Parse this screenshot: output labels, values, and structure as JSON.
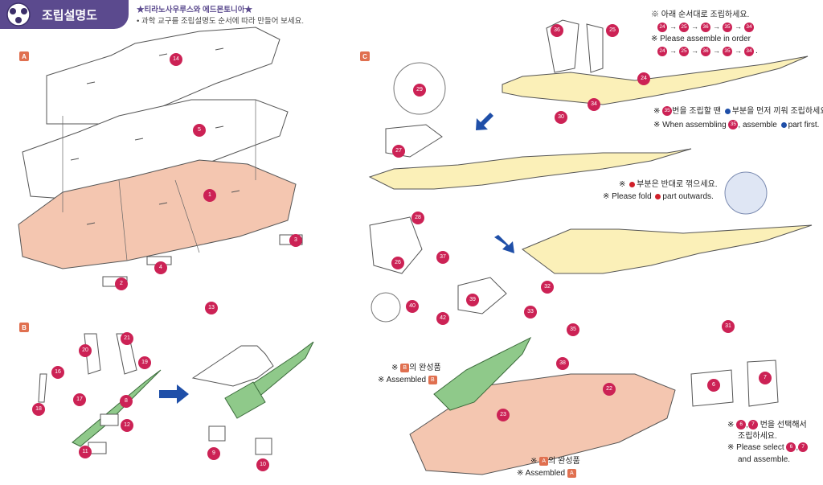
{
  "header": {
    "title": "조립설명도",
    "subtitle": "★티라노사우루스와 에드몬토니아★",
    "instruction": "• 과학 교구를 조립설명도 순서에 따라 만들어 보세요."
  },
  "sections": {
    "a": "A",
    "b": "B",
    "c": "C"
  },
  "notes": {
    "order_ko": "※ 아래 순서대로 조립하세요.",
    "order_en": "※ Please assemble in order",
    "sequence": [
      "24",
      "25",
      "36",
      "35",
      "34"
    ],
    "sequence_end": ".",
    "arrow": "→",
    "note35_ko_pre": "※",
    "note35_ko_num": "35",
    "note35_ko_post": "번을 조립할 땐",
    "note35_ko_tail": "부분을 먼저 끼워 조립하세요.",
    "note35_en_pre": "※ When assembling",
    "note35_en_num": "35",
    "note35_en_mid": ", assemble",
    "note35_en_tail": "part first.",
    "fold_ko_pre": "※",
    "fold_ko_tail": "부분은 반대로 꺾으세요.",
    "fold_en_pre": "※ Please fold",
    "fold_en_tail": "part outwards.",
    "b_done_ko_pre": "※",
    "b_done_ko_sec": "B",
    "b_done_ko_tail": "의 완성품",
    "b_done_en": "※ Assembled",
    "b_done_en_sec": "B",
    "a_done_ko_pre": "※",
    "a_done_ko_sec": "A",
    "a_done_ko_tail": "의 완성품",
    "a_done_en": "※ Assembled",
    "a_done_en_sec": "A",
    "select_ko_pre": "※",
    "select_n1": "6",
    "select_n2": "7",
    "select_ko_mid": "번을 선택해서",
    "select_ko_line2": "조립하세요.",
    "select_en_pre": "※ Please select",
    "select_en_line2": "and assemble."
  },
  "parts_a": [
    "14",
    "5",
    "1",
    "2",
    "3",
    "4"
  ],
  "parts_b": [
    "21",
    "20",
    "19",
    "16",
    "17",
    "18",
    "8",
    "12",
    "11",
    "13",
    "9",
    "10"
  ],
  "parts_c": [
    "36",
    "25",
    "24",
    "34",
    "30",
    "26",
    "27",
    "29",
    "28",
    "37",
    "39",
    "40",
    "42",
    "33",
    "32",
    "38",
    "35",
    "31",
    "22",
    "23",
    "6",
    "7"
  ],
  "colors": {
    "header": "#5b4a8e",
    "accent": "#cc2255",
    "base": "#f4c6b0",
    "dino_yellow": "#fbf0b8",
    "dino_green": "#8fc98a",
    "arrow_blue": "#1f4fa8",
    "dot_blue": "#1f4fa8",
    "dot_red": "#d0202a"
  }
}
